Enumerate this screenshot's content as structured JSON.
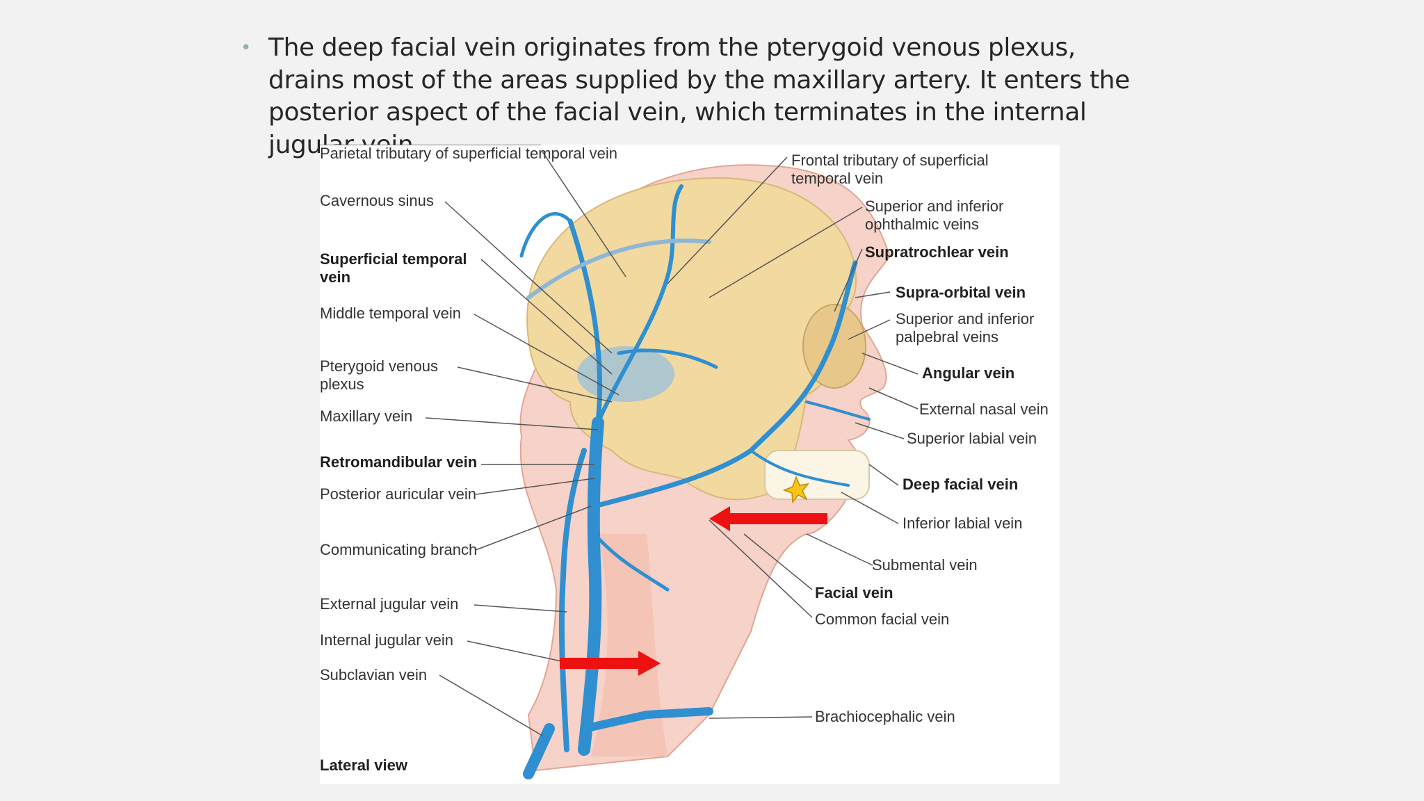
{
  "slide": {
    "bullet_text": "The deep facial vein originates from the pterygoid venous plexus, drains most of the areas supplied by the maxillary artery. It enters the posterior aspect of the facial vein, which terminates in the internal jugular vein."
  },
  "figure": {
    "caption": "Lateral view",
    "labels_left": [
      "Parietal tributary of superficial temporal vein",
      "Cavernous sinus",
      "Superficial temporal vein",
      "Middle temporal vein",
      "Pterygoid venous plexus",
      "Maxillary vein",
      "Retromandibular vein",
      "Posterior auricular vein",
      "Communicating branch",
      "External jugular vein",
      "Internal jugular vein",
      "Subclavian vein"
    ],
    "labels_right": [
      "Frontal tributary of superficial temporal vein",
      "Superior and inferior ophthalmic veins",
      "Supratrochlear vein",
      "Supra-orbital vein",
      "Superior and inferior palpebral veins",
      "Angular vein",
      "External nasal vein",
      "Superior labial vein",
      "Deep facial vein",
      "Inferior labial vein",
      "Submental vein",
      "Facial vein",
      "Common facial vein",
      "Brachiocephalic vein"
    ]
  },
  "colors": {
    "vein": "#2f8fd0",
    "skull": "#f1d9a0",
    "skin": "#f6d2c8",
    "arrow": "#ee1111"
  }
}
